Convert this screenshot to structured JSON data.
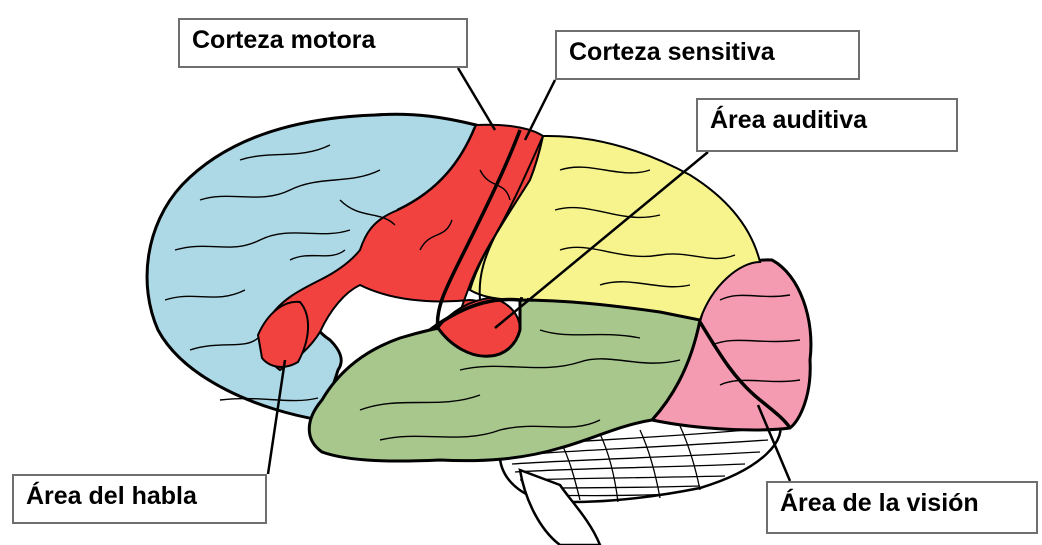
{
  "labels": {
    "motor": "Corteza motora",
    "sensory": "Corteza sensitiva",
    "auditory": "Área auditiva",
    "speech": "Área del habla",
    "vision": "Área de la visión"
  },
  "colors": {
    "frontal": "#add9e6",
    "motor_sensory": "#f2423f",
    "parietal": "#f7f48e",
    "temporal": "#a7c78c",
    "occipital": "#f49ab1",
    "cerebellum": "#ffffff",
    "outline": "#000000"
  }
}
